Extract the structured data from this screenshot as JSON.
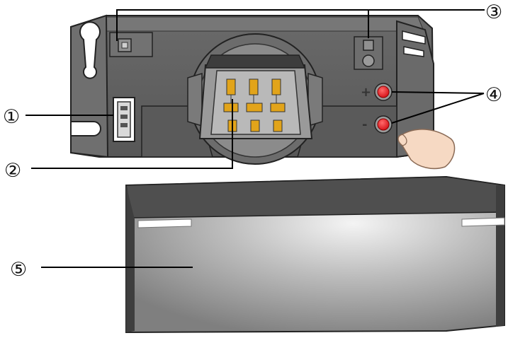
{
  "callouts": [
    {
      "id": "1",
      "label": "①"
    },
    {
      "id": "2",
      "label": "②"
    },
    {
      "id": "3",
      "label": "③"
    },
    {
      "id": "4",
      "label": "④"
    },
    {
      "id": "5",
      "label": "⑤"
    }
  ],
  "buttons": {
    "plus_sign": "+",
    "minus_sign": "-"
  },
  "colors": {
    "housing_dark": "#5e5e5e",
    "housing_mid": "#7c7c7c",
    "cover": "#a8a8a8",
    "contact_gold": "#e2a41a",
    "button_red": "#e8131c",
    "skin": "#f6d9c3"
  }
}
